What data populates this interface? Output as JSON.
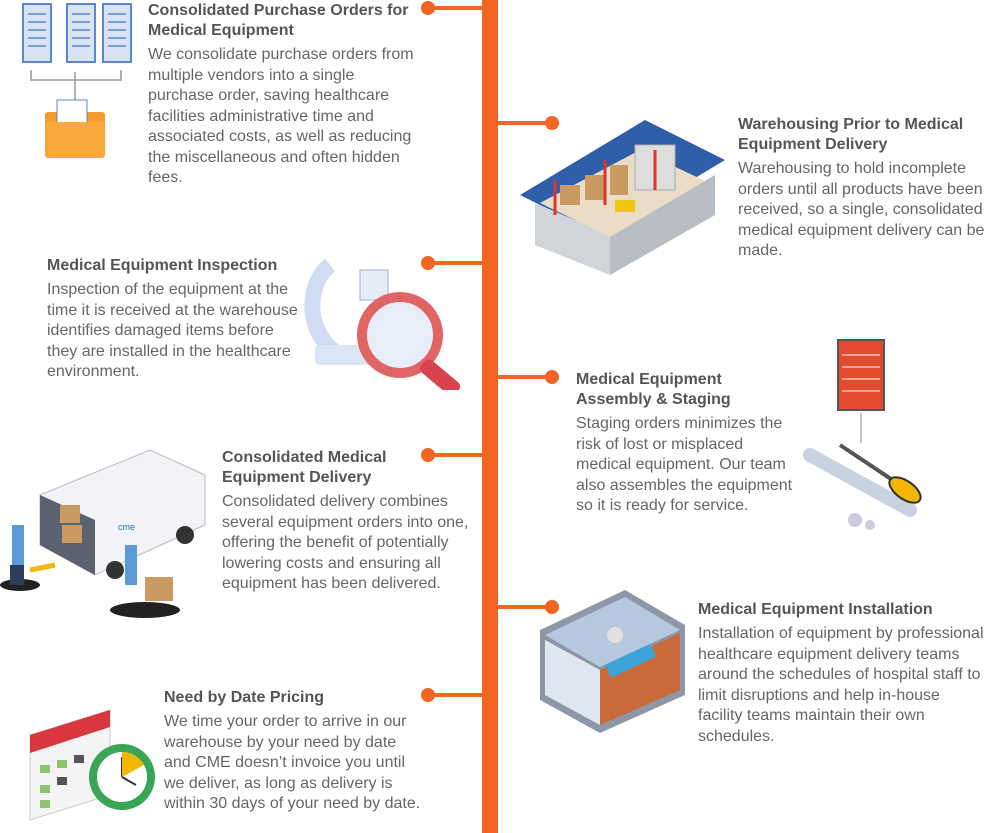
{
  "colors": {
    "accent": "#f26522",
    "title": "#555555",
    "body": "#666666"
  },
  "items": [
    {
      "title": "Consolidated Purchase Orders for Medical Equipment",
      "body": "We consolidate purchase orders from multiple vendors into a single purchase order, saving healthcare facilities administrative time and associated costs, as well as reducing the miscellaneous and often hidden fees.",
      "icon": "documents-folder-icon"
    },
    {
      "title": "Warehousing Prior to Medical Equipment Delivery",
      "body": "Warehousing to hold incomplete orders until all products have been received, so a single, consolidated medical equipment delivery can be made.",
      "icon": "warehouse-icon"
    },
    {
      "title": "Medical Equipment Inspection",
      "body": "Inspection of the equipment at the time it is received at the warehouse identifies damaged items before they are installed in the healthcare environment.",
      "icon": "magnifier-icon"
    },
    {
      "title": "Medical Equipment Assembly & Staging",
      "body": "Staging orders minimizes the risk of lost or misplaced medical equipment. Our team also assembles the equipment so it is ready for service.",
      "icon": "tools-icon"
    },
    {
      "title": "Consolidated Medical Equipment Delivery",
      "body": "Consolidated delivery combines several equipment orders into one, offering the benefit of potentially lowering costs and ensuring all equipment has been delivered.",
      "icon": "delivery-van-icon"
    },
    {
      "title": "Medical Equipment Installation",
      "body": "Installation of equipment by professional healthcare equipment delivery teams around the schedules of hospital staff to limit disruptions and help in-house facility teams maintain their own schedules.",
      "icon": "operating-room-icon"
    },
    {
      "title": "Need by Date Pricing",
      "body": "We time your order to arrive in our warehouse by your need by date and CME doesn’t invoice you until we deliver, as long as delivery is within 30 days of your need by date.",
      "icon": "calendar-clock-icon"
    }
  ],
  "van_logo": "cme"
}
